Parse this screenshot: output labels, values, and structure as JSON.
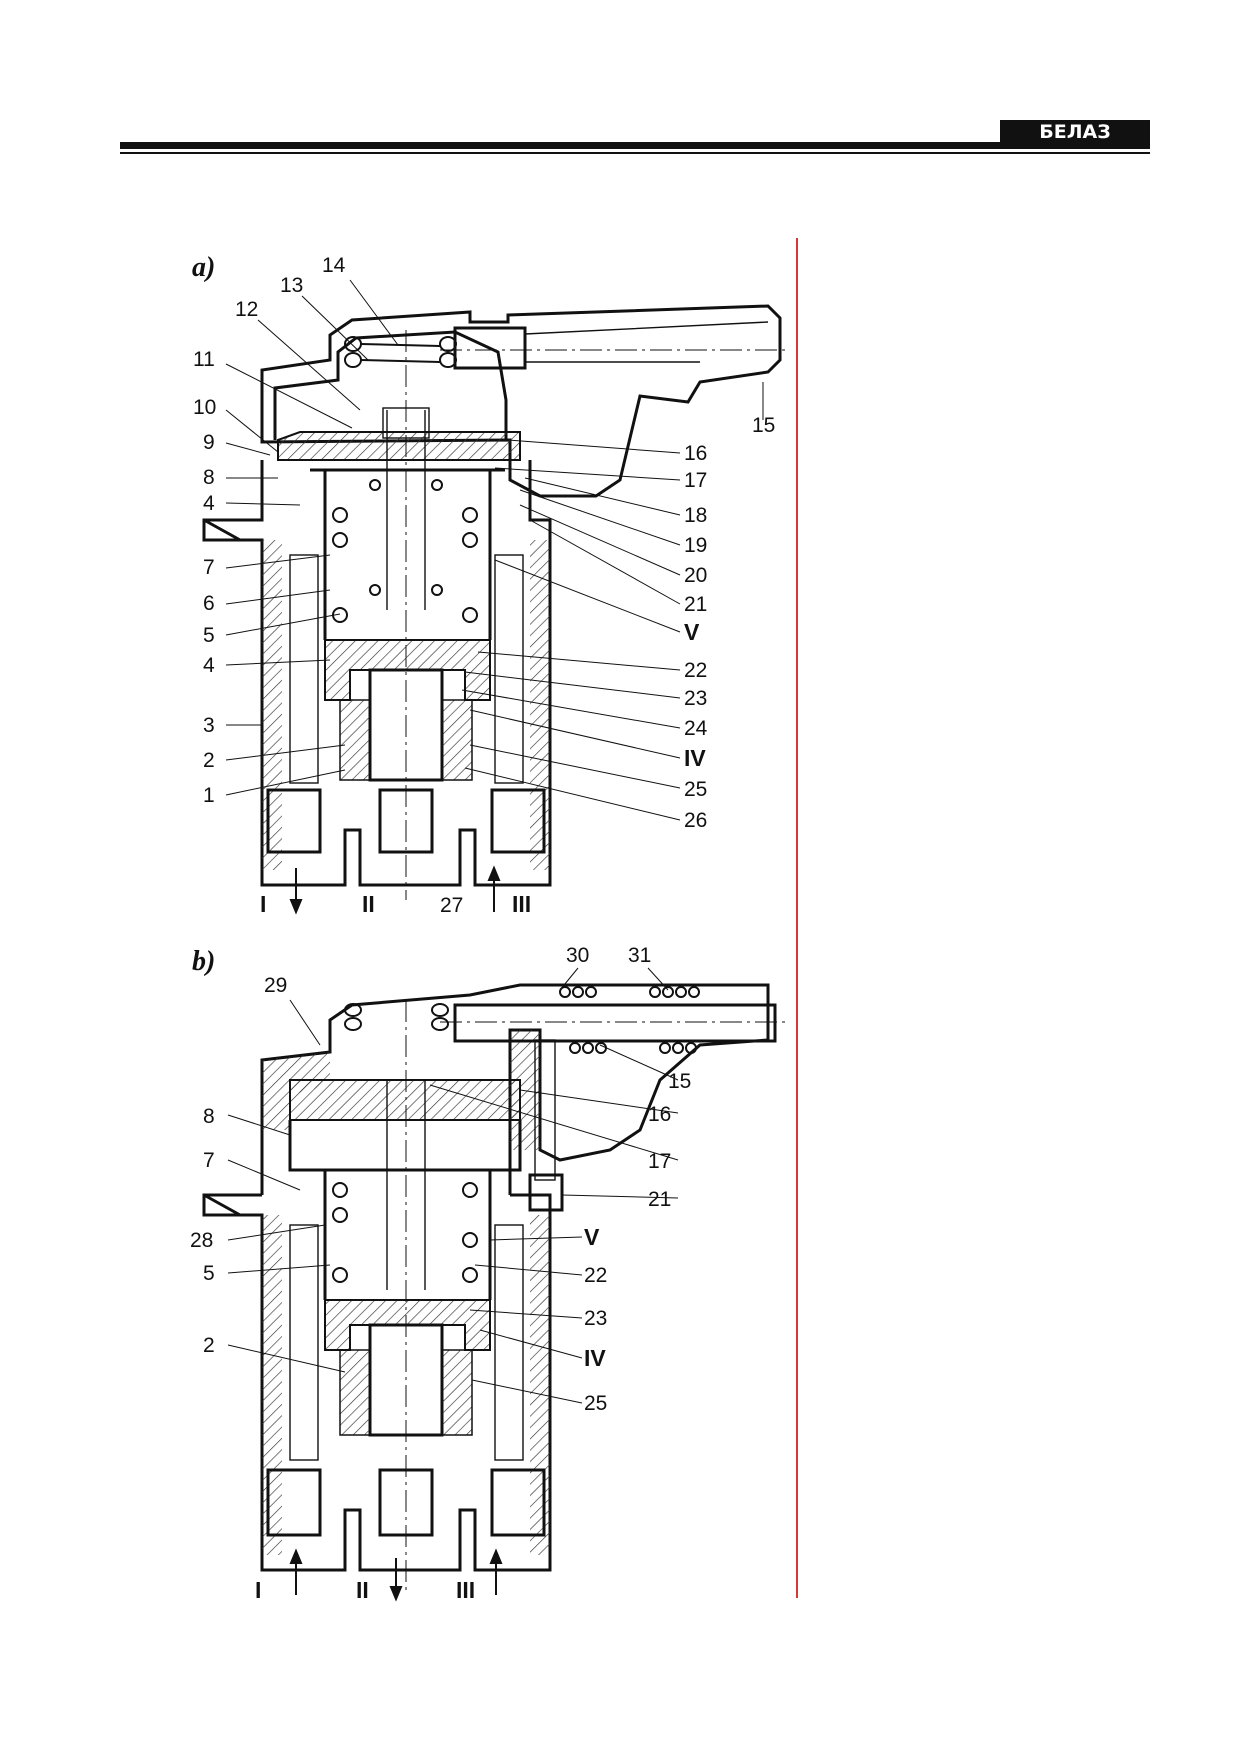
{
  "header": {
    "brand": "БЕЛАЗ",
    "brand_color": "#111111",
    "margin_line_color": "#d23a3a"
  },
  "figure_a": {
    "panel_label": "a)",
    "callouts_left": [
      "14",
      "13",
      "12",
      "11",
      "10",
      "9",
      "8",
      "4",
      "7",
      "6",
      "5",
      "4",
      "3",
      "2",
      "1"
    ],
    "callouts_right": [
      "15",
      "16",
      "17",
      "18",
      "19",
      "20",
      "21",
      "V",
      "22",
      "23",
      "24",
      "IV",
      "25",
      "26"
    ],
    "bottom_labels": [
      "I",
      "II",
      "27",
      "III"
    ]
  },
  "figure_b": {
    "panel_label": "b)",
    "callouts_left": [
      "29",
      "8",
      "7",
      "28",
      "5",
      "2"
    ],
    "callouts_right": [
      "30",
      "31",
      "15",
      "16",
      "17",
      "21",
      "V",
      "22",
      "23",
      "IV",
      "25"
    ],
    "bottom_labels": [
      "I",
      "II",
      "III"
    ]
  }
}
